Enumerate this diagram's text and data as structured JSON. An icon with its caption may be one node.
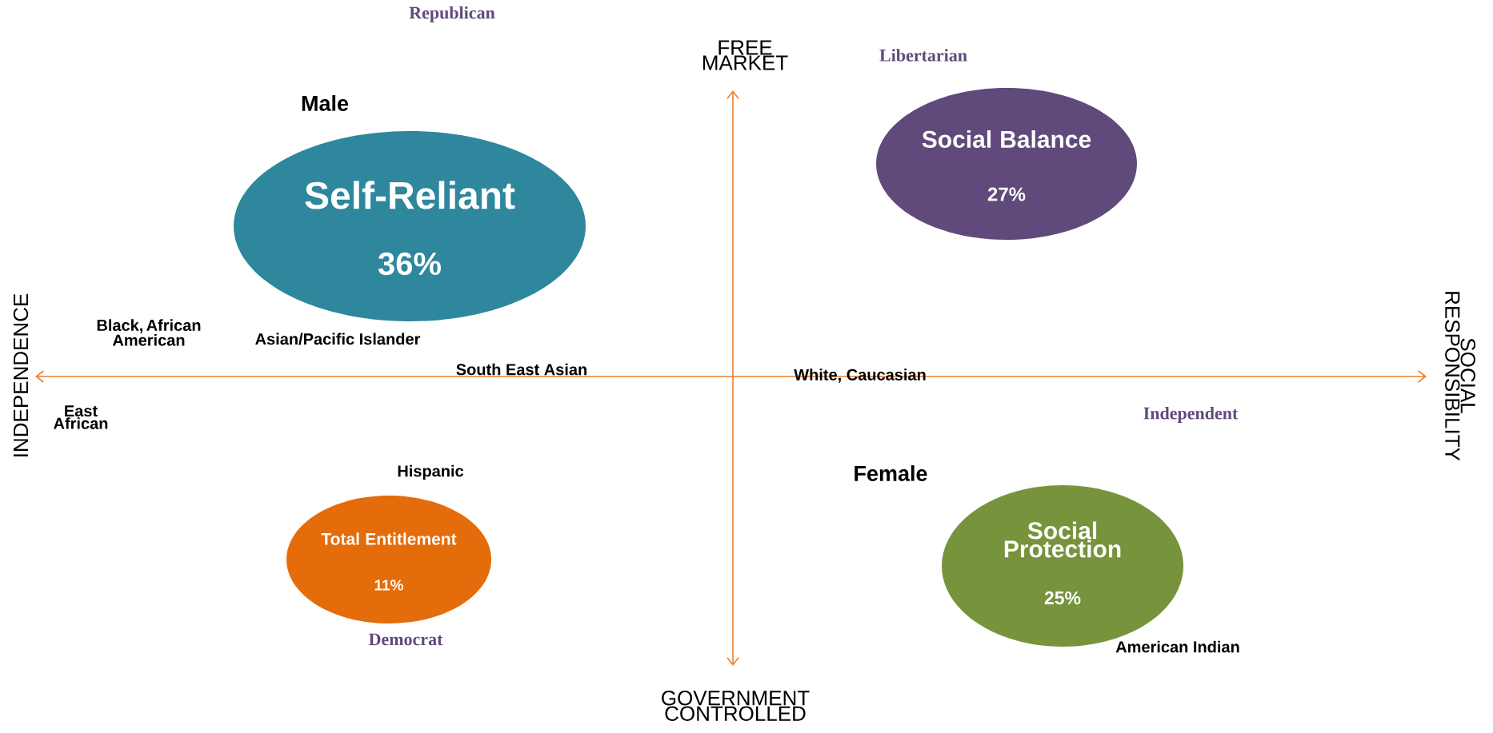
{
  "diagram": {
    "nodes": [
      {
        "text": [
          "Self-Reliant",
          "36%"
        ]
      },
      {
        "text": [
          "Social Balance",
          "27%"
        ]
      },
      {
        "text": [
          "Total Entitlement",
          "11%"
        ]
      },
      {
        "text": [
          "Social Protection",
          "25%"
        ]
      }
    ],
    "labels": [
      "Republican",
      "FREE MARKET",
      "Libertarian",
      "Male",
      "INDEPENDENCE",
      "SOCIAL RESPONSIBILITY",
      "Black, African American",
      "Asian/Pacific Islander",
      "South East Asian",
      "White, Caucasian",
      "East African",
      "Independent",
      "Hispanic",
      "Female",
      "Democrat",
      "American Indian",
      "GOVERNMENT CONTROLLED"
    ]
  }
}
